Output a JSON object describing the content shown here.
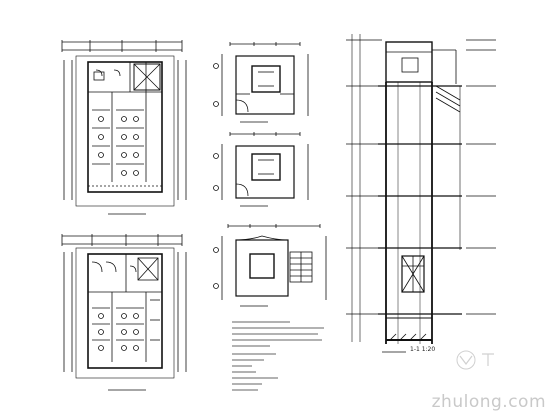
{
  "drawing": {
    "plans": [
      {
        "id": "plan-upper-left",
        "caption": ""
      },
      {
        "id": "plan-lower-left",
        "caption": ""
      },
      {
        "id": "plan-small-1",
        "caption": ""
      },
      {
        "id": "plan-small-2",
        "caption": ""
      },
      {
        "id": "plan-small-3",
        "caption": ""
      }
    ],
    "section": {
      "caption": "1-1 1:20"
    },
    "notes": {
      "line_count": 12
    }
  },
  "watermark": {
    "text": "zhulong.com",
    "logo": "zhulong-logo-icon"
  },
  "colors": {
    "ink": "#111111",
    "paper": "#ffffff",
    "watermark": "#c9c9c9"
  }
}
